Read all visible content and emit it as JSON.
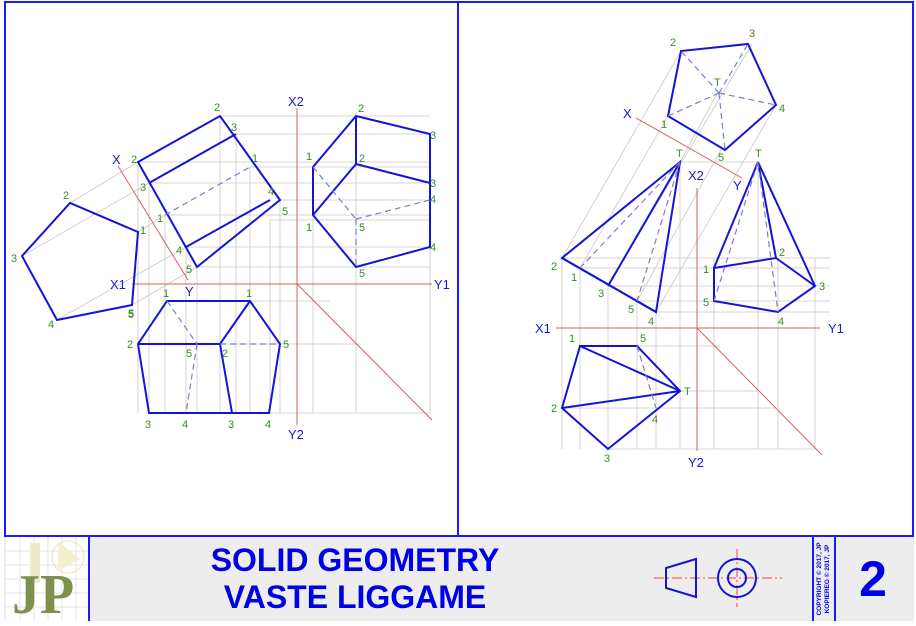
{
  "title_block": {
    "title_line1": "SOLID GEOMETRY",
    "title_line2": "VASTE LIGGAME",
    "logo_text": "JP",
    "copyright_line1": "COPYRIGHT © 2017, JP",
    "copyright_line2": "KOPIEREG © 2017, JP",
    "sheet_number": "2",
    "projection_symbol": "first-angle-projection-symbol"
  },
  "colors": {
    "frame": "#1a1aff",
    "object_lines": "#1414d6",
    "hidden_lines": "#7b7bd6",
    "construction_lines": "#c8c8c8",
    "axis_lines": "#d46060",
    "point_labels": "#3a8a2a",
    "axis_labels": "#1a1ad6",
    "title_text": "#0000e6",
    "title_background": "#ededed"
  },
  "left_drawing": {
    "subject": "pentagonal prism",
    "axis_labels": {
      "x": "X",
      "y": "Y",
      "x1": "X1",
      "y1": "Y1",
      "x2": "X2",
      "y2": "Y2"
    },
    "aux_pentagon_labels": [
      "1",
      "2",
      "3",
      "4",
      "5"
    ],
    "aux_prism_labels": [
      "2",
      "3",
      "1",
      "4",
      "5",
      "2",
      "3",
      "1",
      "4",
      "5"
    ],
    "side_view_labels": [
      "2",
      "3",
      "1",
      "2",
      "3",
      "4",
      "5",
      "1",
      "5",
      "4"
    ],
    "plan_labels": [
      "1",
      "1",
      "2",
      "5",
      "2",
      "5",
      "3",
      "4",
      "3",
      "4"
    ]
  },
  "right_drawing": {
    "subject": "pentagonal pyramid",
    "axis_labels": {
      "x": "X",
      "y": "Y",
      "x1": "X1",
      "y1": "Y1",
      "x2": "X2",
      "y2": "Y2"
    },
    "aux_base_labels": [
      "1",
      "2",
      "3",
      "4",
      "5",
      "T"
    ],
    "front_view_labels": [
      "T",
      "2",
      "1",
      "3",
      "5",
      "4"
    ],
    "side_view_labels": [
      "T",
      "1",
      "2",
      "3",
      "4",
      "5"
    ],
    "plan_labels": [
      "1",
      "5",
      "2",
      "3",
      "4",
      "T"
    ]
  }
}
